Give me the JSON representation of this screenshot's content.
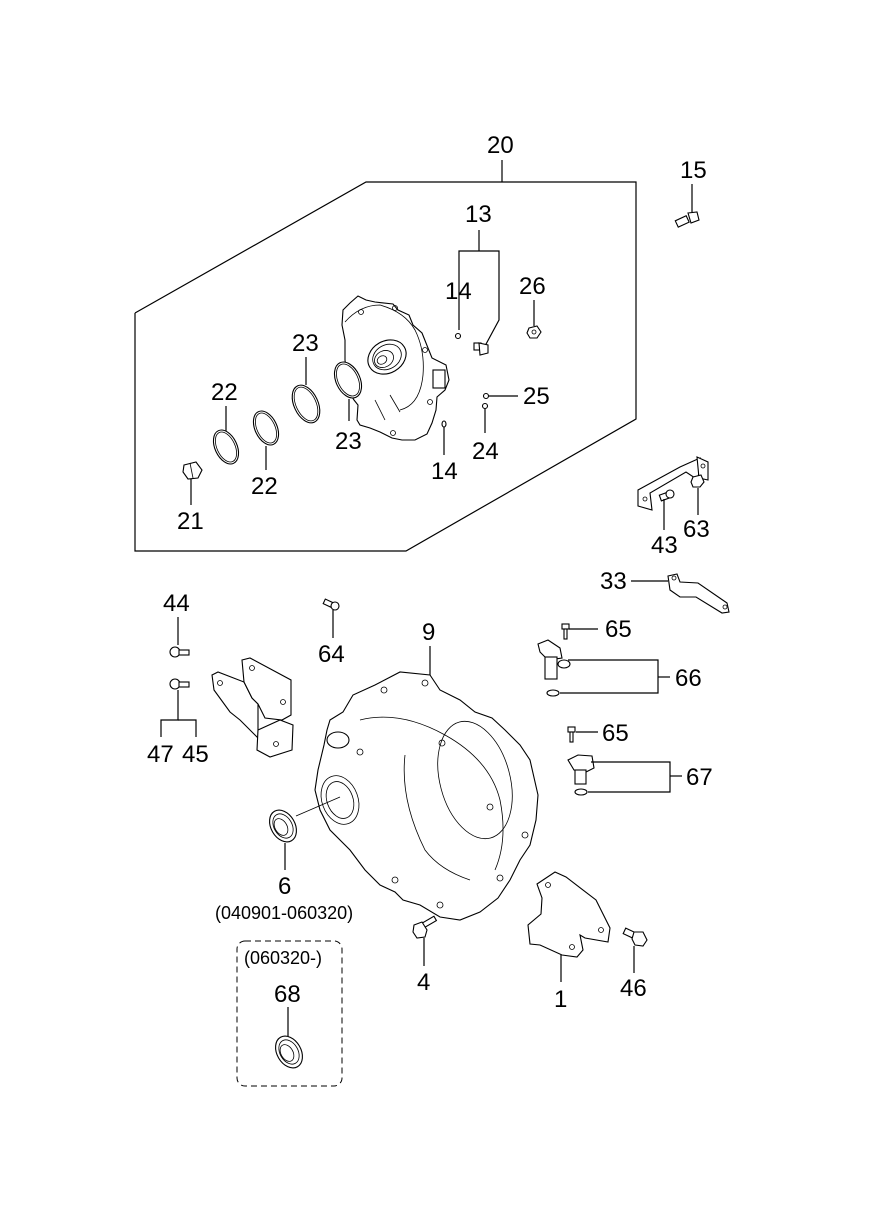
{
  "diagram": {
    "title": "Transaxle case / clutch housing parts diagram",
    "colors": {
      "line": "#000000",
      "background": "#ffffff"
    },
    "callouts": {
      "c20": "20",
      "c15": "15",
      "c13": "13",
      "c14a": "14",
      "c26": "26",
      "c23a": "23",
      "c22a": "22",
      "c25": "25",
      "c23b": "23",
      "c24": "24",
      "c22b": "22",
      "c14b": "14",
      "c21": "21",
      "c43": "43",
      "c63": "63",
      "c33": "33",
      "c44": "44",
      "c64": "64",
      "c9": "9",
      "c65a": "65",
      "c66": "66",
      "c47": "47",
      "c45": "45",
      "c65b": "65",
      "c67": "67",
      "c6": "6",
      "c4": "4",
      "c1": "1",
      "c46": "46",
      "c68": "68"
    },
    "notes": {
      "part6_range": "(040901-060320)",
      "part68_range": "(060320-)"
    }
  }
}
